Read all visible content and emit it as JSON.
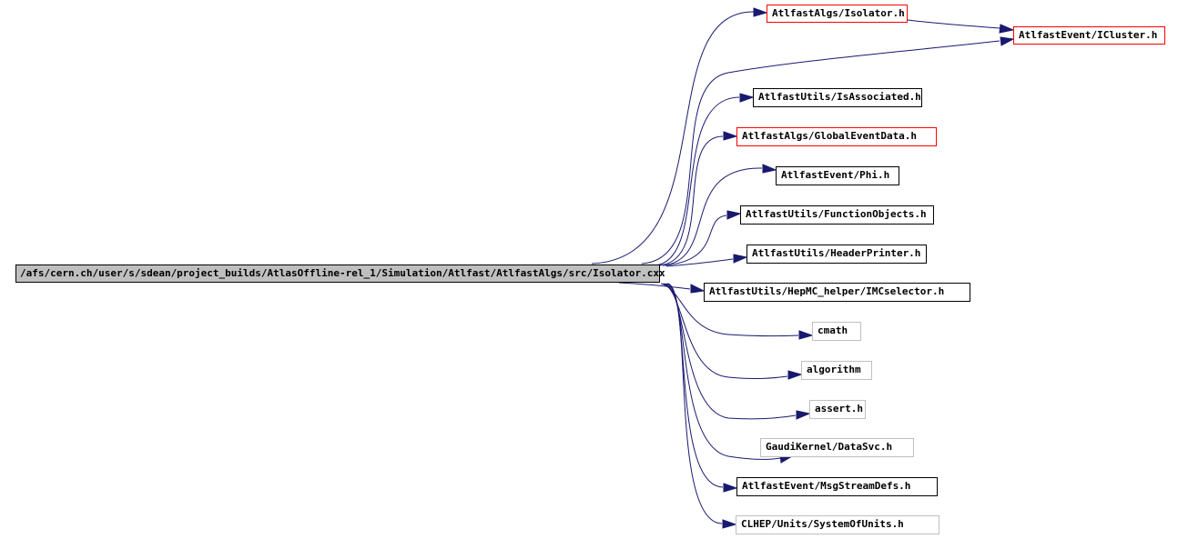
{
  "colors": {
    "edge": "#191970",
    "root_fill": "#bfbfbf",
    "border_documented": "#000000",
    "border_truncated": "#ff0000",
    "border_external": "#bfbfbf"
  },
  "root": {
    "label": "/afs/cern.ch/user/s/sdean/project_builds/AtlasOffline-rel_1/Simulation/Atlfast/AtlfastAlgs/src/Isolator.cxx"
  },
  "nodes": [
    {
      "id": "isolator_h",
      "label": "AtlfastAlgs/Isolator.h",
      "style": "red"
    },
    {
      "id": "icluster_h",
      "label": "AtlfastEvent/ICluster.h",
      "style": "red"
    },
    {
      "id": "isassociated_h",
      "label": "AtlfastUtils/IsAssociated.h",
      "style": "black"
    },
    {
      "id": "globaleventdata_h",
      "label": "AtlfastAlgs/GlobalEventData.h",
      "style": "red"
    },
    {
      "id": "phi_h",
      "label": "AtlfastEvent/Phi.h",
      "style": "black"
    },
    {
      "id": "functionobjects_h",
      "label": "AtlfastUtils/FunctionObjects.h",
      "style": "black"
    },
    {
      "id": "headerprinter_h",
      "label": "AtlfastUtils/HeaderPrinter.h",
      "style": "black"
    },
    {
      "id": "imcselector_h",
      "label": "AtlfastUtils/HepMC_helper/IMCselector.h",
      "style": "black"
    },
    {
      "id": "cmath",
      "label": "cmath",
      "style": "gray"
    },
    {
      "id": "algorithm",
      "label": "algorithm",
      "style": "gray"
    },
    {
      "id": "assert_h",
      "label": "assert.h",
      "style": "gray"
    },
    {
      "id": "datasvc_h",
      "label": "GaudiKernel/DataSvc.h",
      "style": "gray"
    },
    {
      "id": "msgstreamdefs_h",
      "label": "AtlfastEvent/MsgStreamDefs.h",
      "style": "black"
    },
    {
      "id": "systemofunits_h",
      "label": "CLHEP/Units/SystemOfUnits.h",
      "style": "gray"
    }
  ],
  "edges": [
    {
      "from": "root",
      "to": "isolator_h"
    },
    {
      "from": "isolator_h",
      "to": "icluster_h"
    },
    {
      "from": "root",
      "to": "icluster_h"
    },
    {
      "from": "root",
      "to": "isassociated_h"
    },
    {
      "from": "root",
      "to": "globaleventdata_h"
    },
    {
      "from": "root",
      "to": "phi_h"
    },
    {
      "from": "root",
      "to": "functionobjects_h"
    },
    {
      "from": "root",
      "to": "headerprinter_h"
    },
    {
      "from": "root",
      "to": "imcselector_h"
    },
    {
      "from": "root",
      "to": "cmath"
    },
    {
      "from": "root",
      "to": "algorithm"
    },
    {
      "from": "root",
      "to": "assert_h"
    },
    {
      "from": "root",
      "to": "datasvc_h"
    },
    {
      "from": "root",
      "to": "msgstreamdefs_h"
    },
    {
      "from": "root",
      "to": "systemofunits_h"
    }
  ]
}
